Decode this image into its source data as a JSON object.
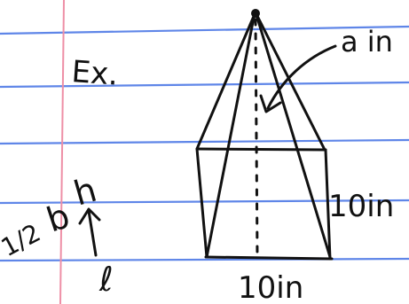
{
  "paper": {
    "line_color": "#5f86e8",
    "margin_color": "#ee8fa6",
    "ink_color": "#111111"
  },
  "notes": {
    "example_label": "Ex.",
    "slant_label": "a in",
    "height_label": "10in",
    "base_label": "10in",
    "formula_fraction": "1/2",
    "formula_b": "b",
    "formula_h": "h",
    "formula_l": "ℓ"
  }
}
